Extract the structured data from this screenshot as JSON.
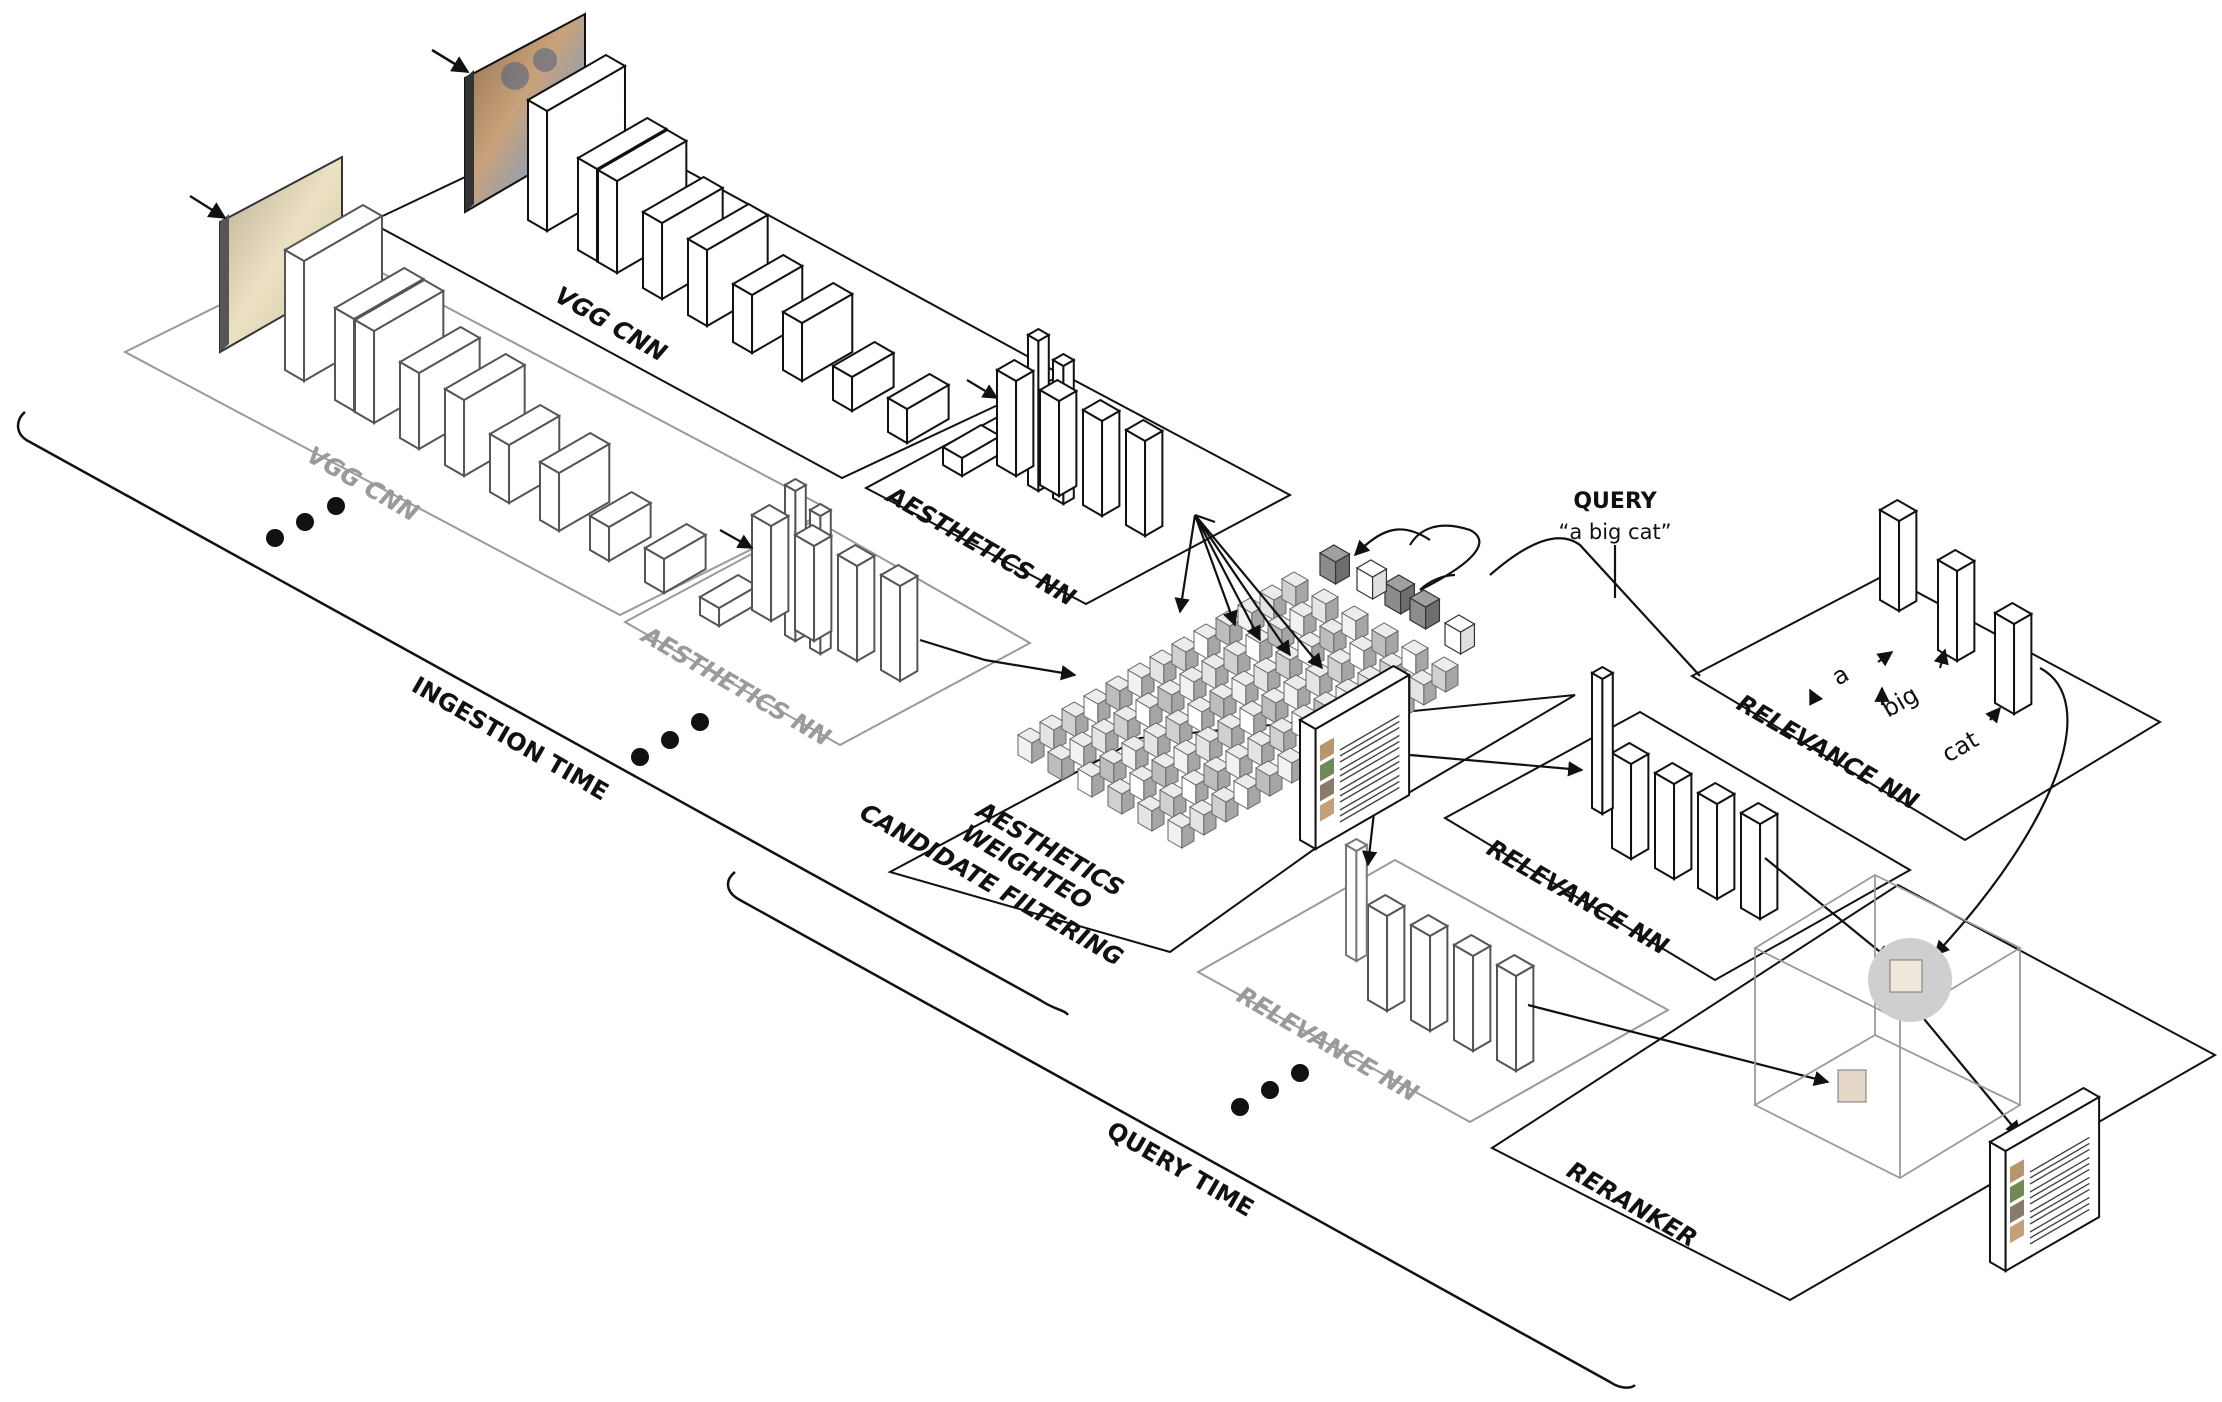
{
  "labels": {
    "vgg_cnn_top": "VGG CNN",
    "vgg_cnn_back": "VGG CNN",
    "aesthetics_nn_top": "AESTHETICS NN",
    "aesthetics_nn_back": "AESTHETICS NN",
    "candidate_filtering_1": "AESTHETICS",
    "candidate_filtering_2": "WEIGHTEO",
    "candidate_filtering_3": "CANDIDATE FILTERING",
    "relevance_nn_query": "RELEVANCE NN",
    "relevance_nn_mid": "RELEVANCE NN",
    "relevance_nn_back": "RELEVANCE NN",
    "reranker": "RERANKER",
    "ingestion_time": "INGESTION TIME",
    "query_time": "QUERY TIME",
    "query_title": "QUERY",
    "query_text": "“a big cat”",
    "tokens": [
      "a",
      "big",
      "cat"
    ]
  },
  "colors": {
    "ink": "#111111",
    "faded": "#9a9a9a",
    "cube_dark": "#8c8c8c",
    "cube_mid": "#c8c8c8",
    "cube_light": "#f2f2f2"
  }
}
